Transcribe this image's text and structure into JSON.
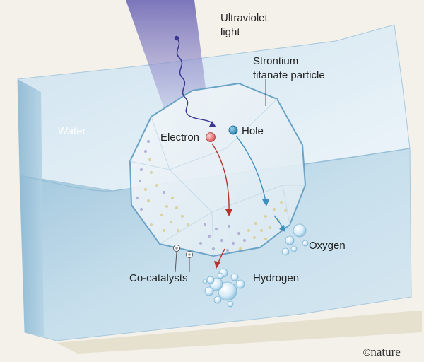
{
  "labels": {
    "light_line1": "Ultraviolet",
    "light_line2": "light",
    "particle_line1": "Strontium",
    "particle_line2": "titanate particle",
    "water": "Water",
    "electron": "Electron",
    "hole": "Hole",
    "oxygen": "Oxygen",
    "hydrogen": "Hydrogen",
    "cocatalysts": "Co-catalysts"
  },
  "credit": {
    "symbol": "©",
    "word": "nature"
  },
  "colors": {
    "background": "#f3f1ea",
    "light_beam": "#8b86c8",
    "water_front": "#a9cbe0",
    "water_top": "#e4eff6",
    "particle_outline": "#6aa3c6",
    "electron": "#e06a6a",
    "hole": "#2e8cb8",
    "electron_arrow": "#b8322f",
    "hole_arrow": "#3c90c0",
    "bubble": "#cde5f4"
  },
  "icons": [
    "electron-icon",
    "hole-icon",
    "bubble-icon",
    "co-catalyst-icon",
    "wavy-arrow-icon"
  ]
}
